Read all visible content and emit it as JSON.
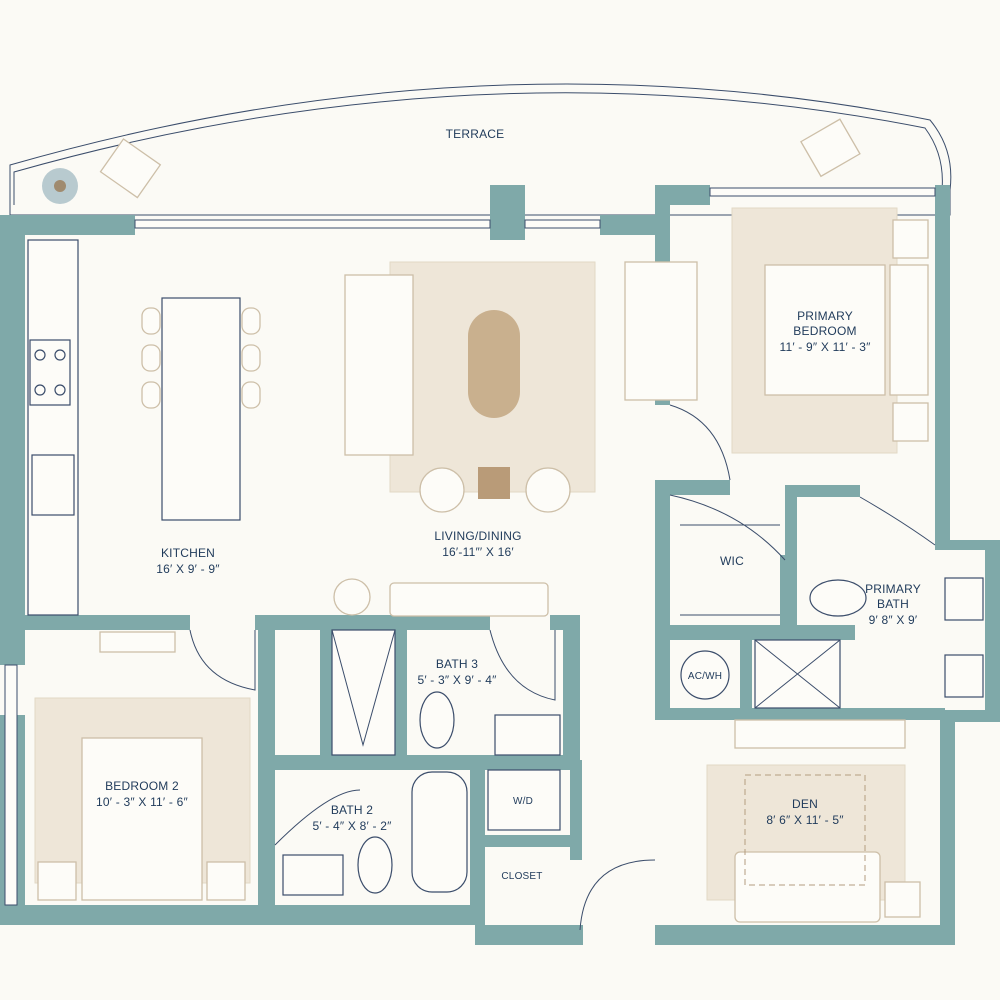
{
  "rooms": {
    "terrace": {
      "name": "TERRACE"
    },
    "primary_bedroom": {
      "name_1": "PRIMARY",
      "name_2": "BEDROOM",
      "size": "11′ - 9″ X 11′ - 3″"
    },
    "kitchen": {
      "name": "KITCHEN",
      "size": "16′ X 9′ - 9″"
    },
    "living_dining": {
      "name": "LIVING/DINING",
      "size": "16′-11″′ X 16′"
    },
    "wic": {
      "name": "WIC"
    },
    "primary_bath": {
      "name_1": "PRIMARY",
      "name_2": "BATH",
      "size": "9′ 8″ X 9′"
    },
    "ac_wh": {
      "name": "AC/WH"
    },
    "bath3": {
      "name": "BATH 3",
      "size": "5′ - 3″ X 9′ - 4″"
    },
    "bedroom2": {
      "name": "BEDROOM 2",
      "size": "10′ - 3″ X 11′ - 6″"
    },
    "bath2": {
      "name": "BATH 2",
      "size": "5′ - 4″ X 8′ - 2″"
    },
    "wd": {
      "name": "W/D"
    },
    "den": {
      "name": "DEN",
      "size": "8′ 6″ X 11′ - 5″"
    },
    "closet": {
      "name": "CLOSET"
    }
  },
  "colors": {
    "wall": "#7fa9a9",
    "text": "#1f3a5a",
    "background": "#fbfaf5"
  }
}
